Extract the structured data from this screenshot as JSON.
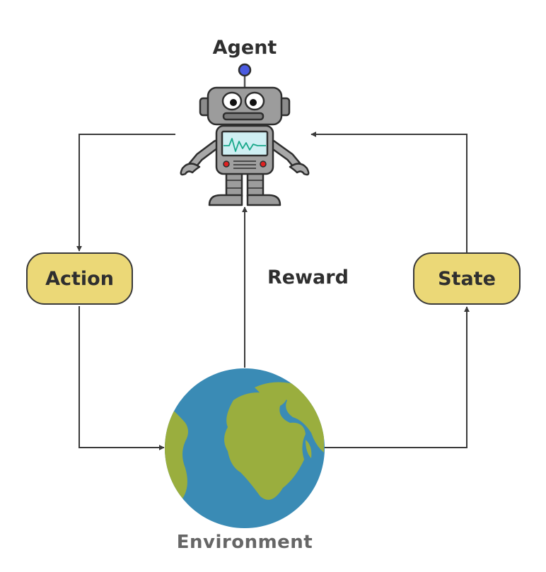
{
  "labels": {
    "agent": "Agent",
    "action": "Action",
    "reward": "Reward",
    "state": "State",
    "environment": "Environment"
  },
  "colors": {
    "pill_fill": "#ebd877",
    "arrow": "#3a3a3a",
    "ocean": "#3a8bb5",
    "land": "#9aae3e",
    "robot_body": "#9a9a9a",
    "robot_screen": "#cfeff3",
    "robot_antenna": "#4a5ae0",
    "robot_lights": "#e02020"
  },
  "icons": [
    "robot-agent-icon",
    "earth-globe-icon"
  ]
}
